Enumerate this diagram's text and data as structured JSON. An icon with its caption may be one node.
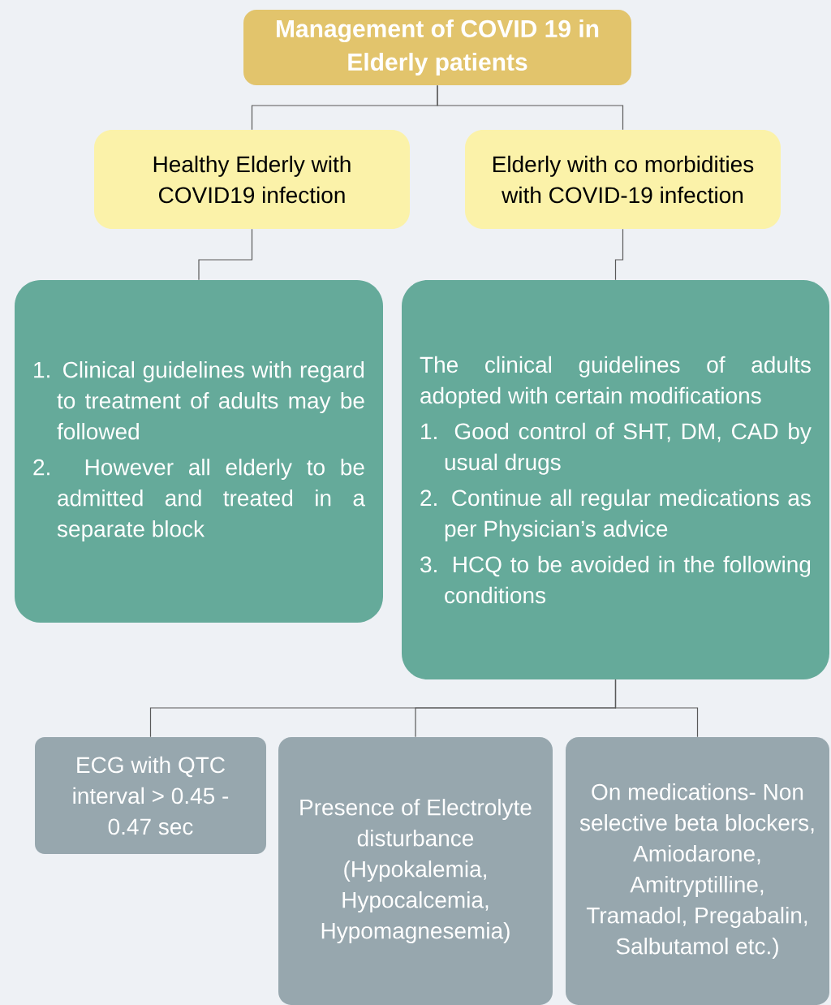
{
  "diagram": {
    "nodes": [
      {
        "text": [
          "Management of COVID 19 in Elderly patients"
        ]
      },
      {
        "text": [
          "Healthy Elderly with COVID19 infection"
        ]
      },
      {
        "text": [
          "Elderly with co morbidities with COVID-19 infection"
        ]
      },
      {
        "text": [
          "1. Clinical guidelines with regard to treatment of adults may be followed",
          "2. However all elderly to be admitted and treated in a separate block"
        ]
      },
      {
        "text": [
          "The clinical guidelines of adults adopted with certain modifications",
          "1. Good control of SHT, DM, CAD by usual drugs",
          "2. Continue all regular medications as per Physician’s advice",
          "3. HCQ to be avoided in the following conditions"
        ]
      },
      {
        "text": [
          "ECG with QTC interval > 0.45 - 0.47 sec"
        ]
      },
      {
        "text": [
          "Presence of Electrolyte disturbance (Hypokalemia, Hypocalcemia, Hypomagnesemia)"
        ]
      },
      {
        "text": [
          "On medications- Non selective beta blockers, Amiodarone, Amitryptilline, Tramadol, Pregabalin, Salbutamol etc.)"
        ]
      }
    ],
    "edges": [
      {
        "from": 0,
        "to": 1,
        "arrow": "none"
      },
      {
        "from": 0,
        "to": 2,
        "arrow": "none"
      },
      {
        "from": 1,
        "to": 3,
        "arrow": "none"
      },
      {
        "from": 2,
        "to": 4,
        "arrow": "none"
      },
      {
        "from": 4,
        "to": 5,
        "arrow": "none"
      },
      {
        "from": 4,
        "to": 6,
        "arrow": "none"
      },
      {
        "from": 4,
        "to": 7,
        "arrow": "none"
      }
    ]
  }
}
